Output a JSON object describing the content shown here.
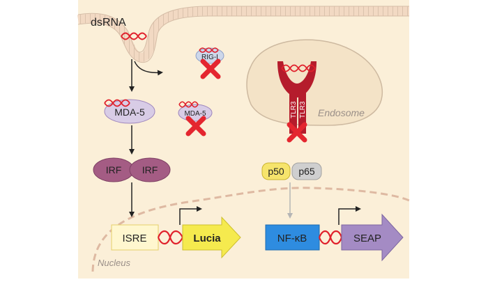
{
  "labels": {
    "dsrna": "dsRNA",
    "rig1": "RIG-I",
    "mda5_active": "MDA-5",
    "mda5_blocked": "MDA-5",
    "tlr3_left": "TLR3",
    "tlr3_right": "TLR3",
    "endosome": "Endosome",
    "irf_left": "IRF",
    "irf_right": "IRF",
    "p50": "p50",
    "p65": "p65",
    "nucleus": "Nucleus",
    "isre": "ISRE",
    "lucia": "Lucia",
    "nfkb": "NF-κB",
    "seap": "SEAP"
  },
  "colors": {
    "background": "#ffffff",
    "cell": "#fbefd8",
    "membrane": "#f2d9c3",
    "membrane_border": "#d5bca6",
    "endosome": "#f4e3c7",
    "nucleus_border": "#deb9a2",
    "rna": "#e0202b",
    "cross": "#e4262f",
    "tlr3": "#b51c2c",
    "mda5": "#d8cce6",
    "rig1": "#cdd7ea",
    "irf": "#a45c84",
    "p50": "#f6e46c",
    "p65": "#cfcfcf",
    "isre": "#fff7cf",
    "lucia": "#f5ea4e",
    "nfkb": "#2e8ce0",
    "seap": "#a48bc4",
    "arrow": "#222222",
    "arrow_gray": "#b5b5b5"
  },
  "icons": [
    "x-cross-icon",
    "promoter-arrow-icon",
    "dna-loop-icon",
    "rna-helix-icon"
  ]
}
